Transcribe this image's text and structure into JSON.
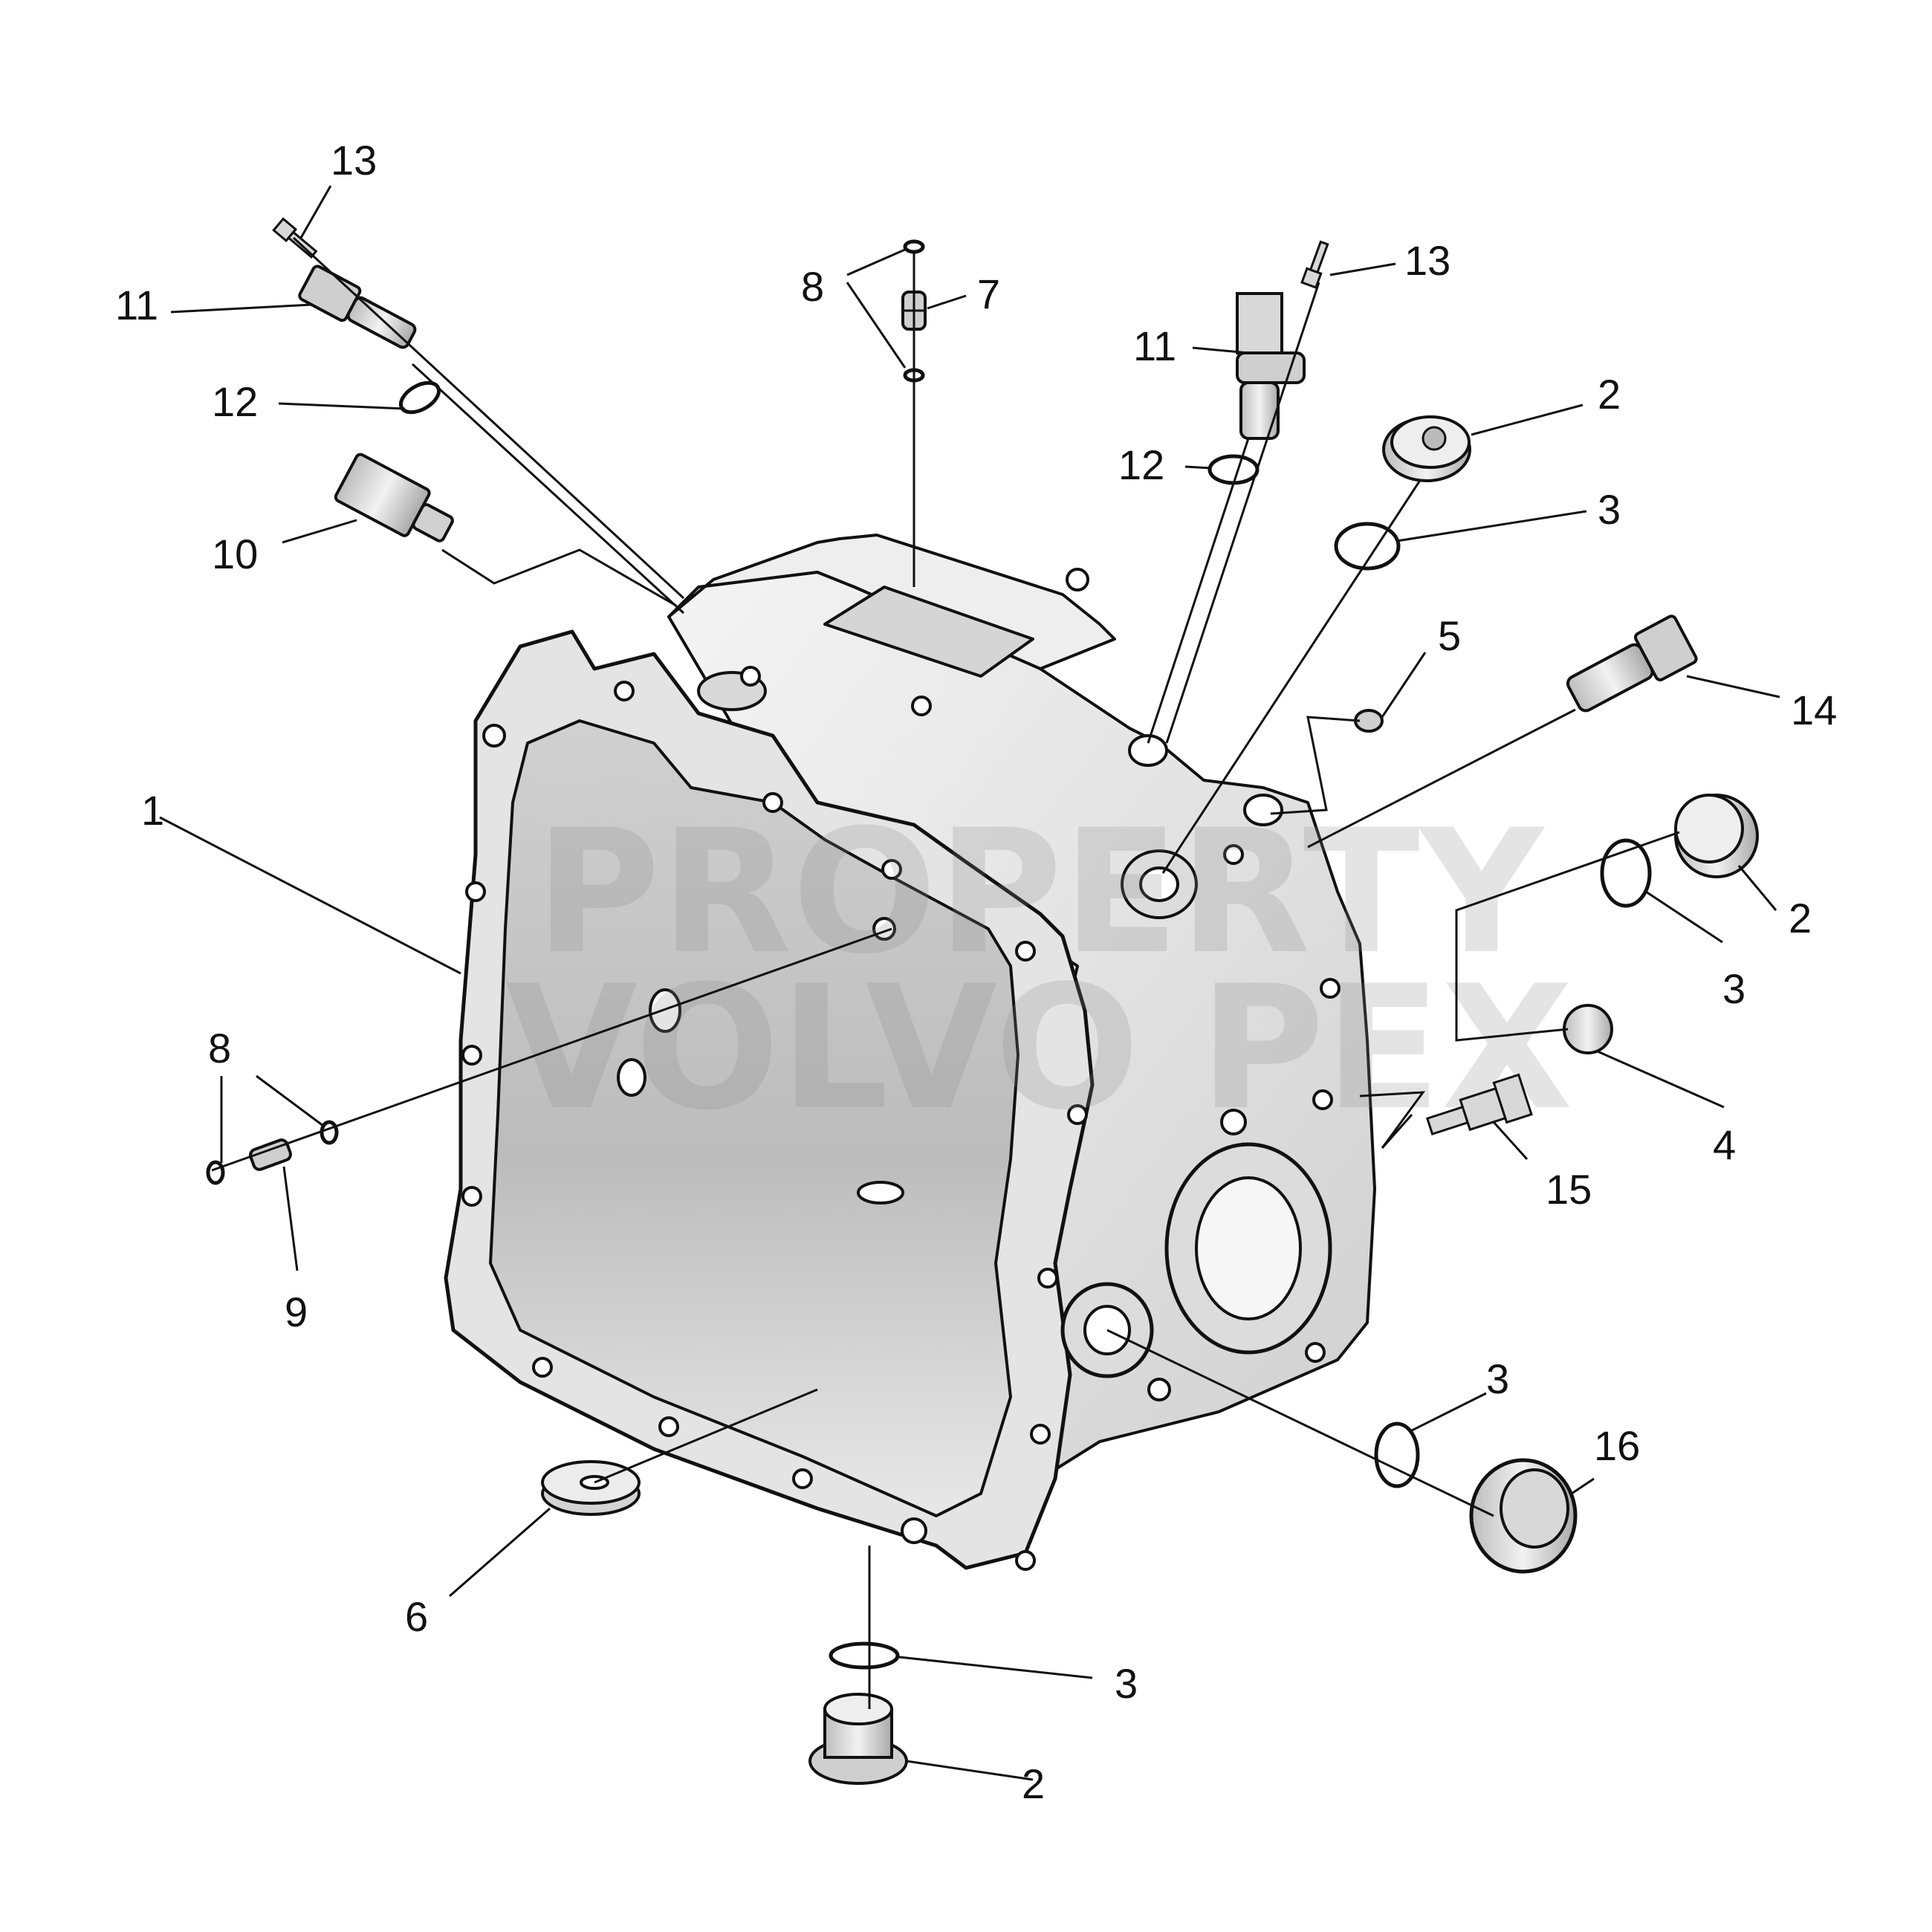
{
  "callouts": [
    {
      "id": "c1",
      "label": "1"
    },
    {
      "id": "c2a",
      "label": "2"
    },
    {
      "id": "c2b",
      "label": "2"
    },
    {
      "id": "c2c",
      "label": "2"
    },
    {
      "id": "c3a",
      "label": "3"
    },
    {
      "id": "c3b",
      "label": "3"
    },
    {
      "id": "c3c",
      "label": "3"
    },
    {
      "id": "c3d",
      "label": "3"
    },
    {
      "id": "c4",
      "label": "4"
    },
    {
      "id": "c5",
      "label": "5"
    },
    {
      "id": "c6",
      "label": "6"
    },
    {
      "id": "c7",
      "label": "7"
    },
    {
      "id": "c8a",
      "label": "8"
    },
    {
      "id": "c8b",
      "label": "8"
    },
    {
      "id": "c9",
      "label": "9"
    },
    {
      "id": "c10",
      "label": "10"
    },
    {
      "id": "c11a",
      "label": "11"
    },
    {
      "id": "c11b",
      "label": "11"
    },
    {
      "id": "c12a",
      "label": "12"
    },
    {
      "id": "c12b",
      "label": "12"
    },
    {
      "id": "c13a",
      "label": "13"
    },
    {
      "id": "c13b",
      "label": "13"
    },
    {
      "id": "c14",
      "label": "14"
    },
    {
      "id": "c15",
      "label": "15"
    },
    {
      "id": "c16",
      "label": "16"
    }
  ],
  "watermark": {
    "line1": "PROPERTY",
    "line2": "VOLVO PEX"
  }
}
